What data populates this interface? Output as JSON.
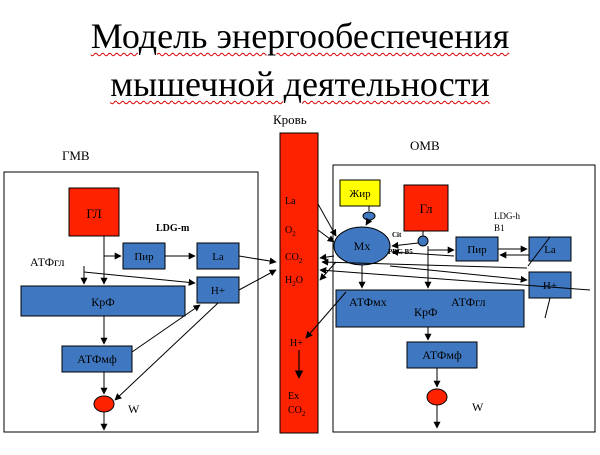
{
  "title": {
    "line1": "Модель энергообеспечения",
    "line2": "мышечной деятельности"
  },
  "labels": {
    "gmv": "ГМВ",
    "omv": "ОМВ",
    "blood": "Кровь"
  },
  "left": {
    "gl": "ГЛ",
    "ldg": "LDG-m",
    "atfgl": "АТФгл",
    "pir": "Пир",
    "la": "La",
    "h": "H+",
    "krf": "КрФ",
    "atfmf": "АТФмф",
    "w": "W"
  },
  "blood": {
    "la": "La",
    "o2": "O",
    "o2sub": "2",
    "co2": "CO",
    "co2sub": "2",
    "h2o_h": "H",
    "h2o_sub": "2",
    "h2o_o": "O",
    "hplus": "H+",
    "ex": "Ex",
    "exco2": "CO",
    "exco2sub": "2"
  },
  "right": {
    "fat": "Жир",
    "gl": "Гл",
    "ldg_h": "LDG-h",
    "b1": "B1",
    "mx": "Мх",
    "cit": "Cit",
    "pdg": "PDG B5",
    "pir": "Пир",
    "la": "La",
    "h": "H+",
    "atfmx": "АТФмх",
    "krf": "КрФ",
    "atfgl": "АТФгл",
    "atfmf": "АТФмф",
    "w": "W"
  },
  "colors": {
    "red": "#ff2200",
    "blue": "#3f78c0",
    "fat": "#ffff00",
    "border": "#000000"
  }
}
